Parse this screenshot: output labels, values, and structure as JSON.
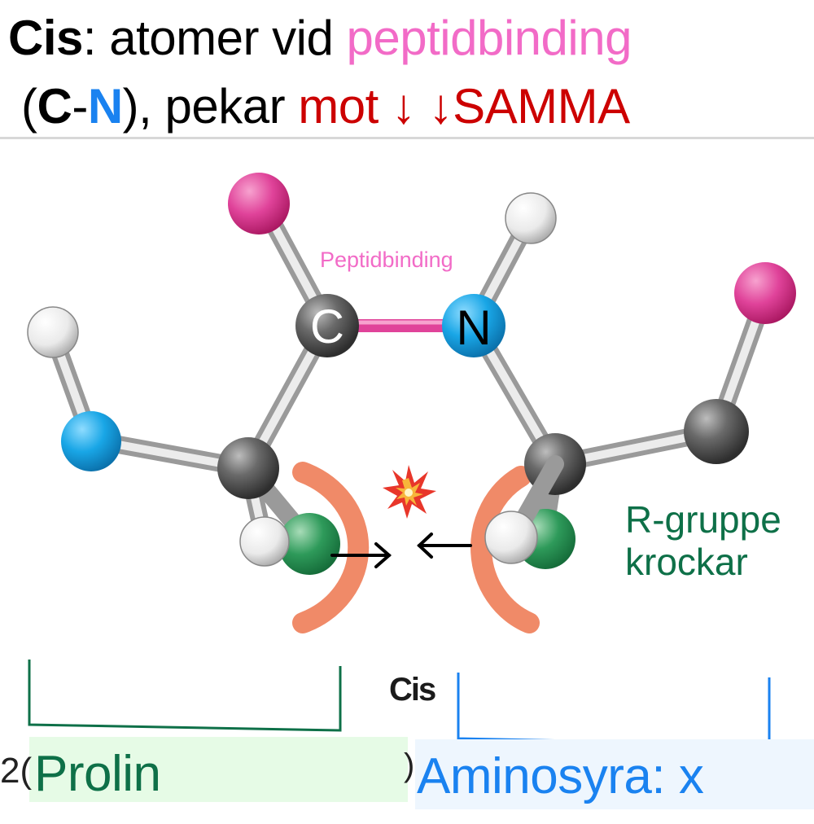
{
  "header": {
    "line1": {
      "cis": "Cis",
      "colon_text": ": atomer vid ",
      "peptide": "peptidbinding"
    },
    "line2": {
      "open_paren": "(",
      "c": "C",
      "dash": "-",
      "n": "N",
      "close_text": "), pekar ",
      "mot": "mot ",
      "arrows": "↓ ↓",
      "samma": "SAMMA"
    }
  },
  "diagram": {
    "peptide_bond_label": "Peptidbinding",
    "carbon_label": "C",
    "nitrogen_label": "N",
    "collision_icon": "💥",
    "r_group_label_line1": "R-gruppe",
    "r_group_label_line2": "krockar",
    "cis_label": "Cis",
    "arrow_right": "→",
    "arrow_left": "←"
  },
  "bottom": {
    "prolin_label": "Prolin",
    "amino_label": "Aminosyra: x",
    "stray_left": "2(",
    "stray_mid": ")"
  },
  "colors": {
    "pink": "#f26bc7",
    "nitrogen_blue": "#1a9fe0",
    "red": "#cc0000",
    "green_text": "#0e7048",
    "blue_text": "#1a82f0",
    "clash_arc": "#f08a68"
  }
}
